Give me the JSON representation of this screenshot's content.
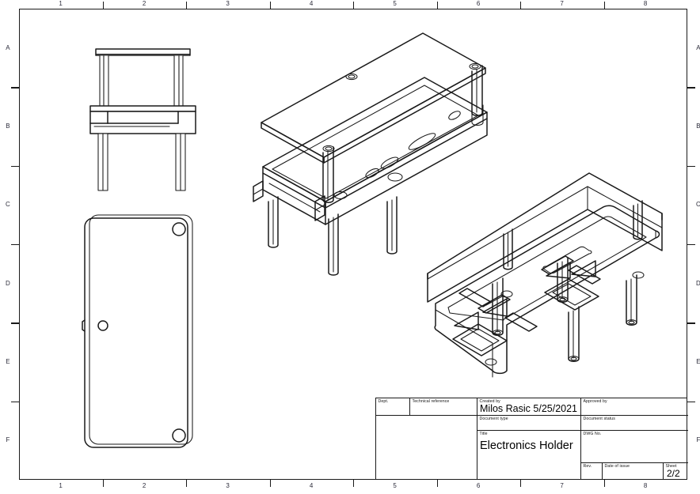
{
  "document": {
    "kind": "technical-drawing",
    "sheet_background": "#ffffff",
    "line_color": "#1a1a1a"
  },
  "border": {
    "columns": [
      "1",
      "2",
      "3",
      "4",
      "5",
      "6",
      "7",
      "8"
    ],
    "rows": [
      "A",
      "B",
      "C",
      "D",
      "E",
      "F"
    ]
  },
  "title_block": {
    "dept": {
      "label": "Dept.",
      "value": ""
    },
    "technical_reference": {
      "label": "Technical reference",
      "value": ""
    },
    "created_by": {
      "label": "Created by",
      "value": "Milos Rasic",
      "date": "5/25/2021"
    },
    "approved_by": {
      "label": "Approved by",
      "value": ""
    },
    "document_type": {
      "label": "Document type",
      "value": ""
    },
    "document_status": {
      "label": "Document status",
      "value": ""
    },
    "title": {
      "label": "Title",
      "value": "Electronics Holder"
    },
    "dwg_no": {
      "label": "DWG No.",
      "value": ""
    },
    "rev": {
      "label": "Rev.",
      "value": ""
    },
    "date_of_issue": {
      "label": "Date of issue",
      "value": ""
    },
    "sheet": {
      "label": "Sheet",
      "value": "2/2"
    }
  },
  "views": [
    {
      "name": "front-elevation-view",
      "position": "upper-left",
      "description": "Front elevation of two-tier electronics holder with four legs"
    },
    {
      "name": "top-plan-view",
      "position": "lower-left",
      "description": "Top plan view, rounded rectangular plate with corner mounting holes and side port hole"
    },
    {
      "name": "isometric-assembly-view",
      "position": "upper-center",
      "description": "Isometric exploded assembly of top plate, base plate and standoff posts"
    },
    {
      "name": "isometric-underside-view",
      "position": "lower-right",
      "description": "Isometric underside view showing reinforcing ribs and hollow standoffs"
    }
  ]
}
